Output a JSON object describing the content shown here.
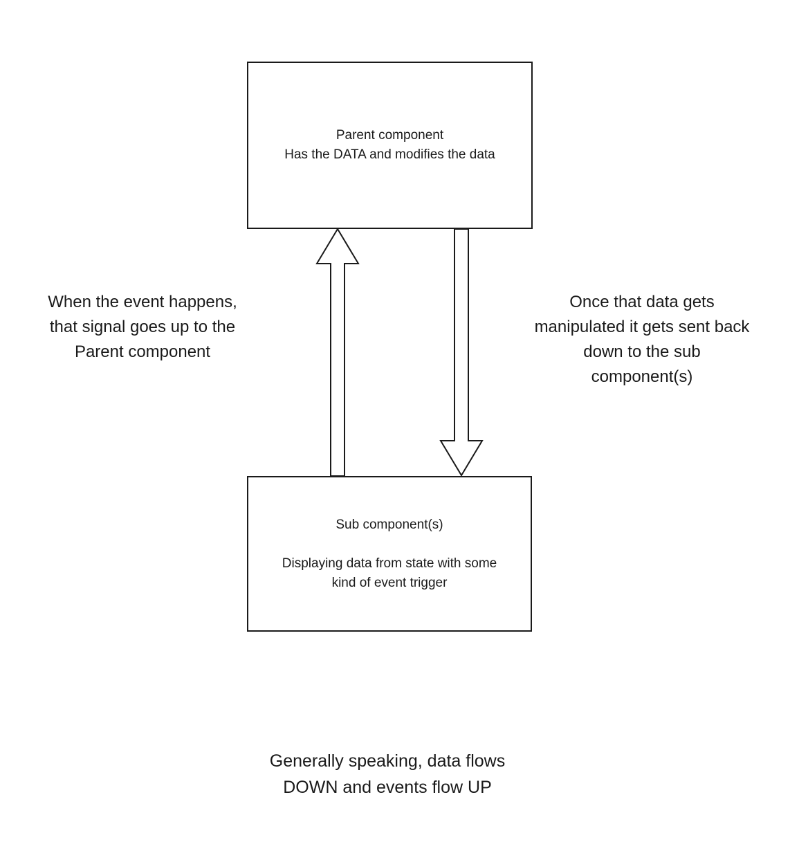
{
  "diagram": {
    "parent_box": {
      "lines": [
        "Parent component",
        "Has the DATA and modifies the data"
      ]
    },
    "sub_box": {
      "title": "Sub component(s)",
      "body_lines": [
        "Displaying data from state with some",
        "kind of event trigger"
      ]
    },
    "left_note": {
      "lines": [
        "When the event happens,",
        "that signal goes up to the",
        "Parent component"
      ]
    },
    "right_note": {
      "lines": [
        "Once that data gets",
        "manipulated it gets sent back",
        "down to the sub",
        "component(s)"
      ]
    },
    "caption": {
      "lines": [
        "Generally speaking, data flows",
        "DOWN and events flow UP"
      ]
    },
    "arrows": {
      "up": "arrow-up",
      "down": "arrow-down"
    },
    "colors": {
      "background": "#ffffff",
      "stroke": "#1a1a1a",
      "text": "#1a1a1a"
    }
  }
}
